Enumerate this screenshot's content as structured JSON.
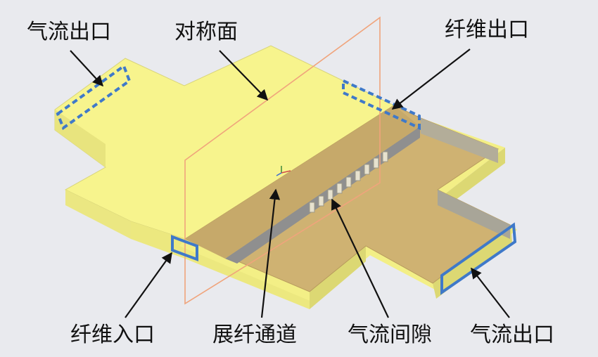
{
  "diagram": {
    "labels": {
      "airflow_outlet_left": "气流出口",
      "symmetry_plane": "对称面",
      "fiber_outlet": "纤维出口",
      "fiber_inlet": "纤维入口",
      "spreading_channel": "展纤通道",
      "airflow_gap": "气流间隙",
      "airflow_outlet_right": "气流出口"
    },
    "colors": {
      "background": "#e9eaee",
      "solid_top": "#f7f48d",
      "solid_side": "#e4e07a",
      "section_floor": "#cfb272",
      "channel_wall": "#8f8f8f",
      "port_outline": "#3f79c9",
      "symmetry_plane": "#f0a47c"
    }
  }
}
